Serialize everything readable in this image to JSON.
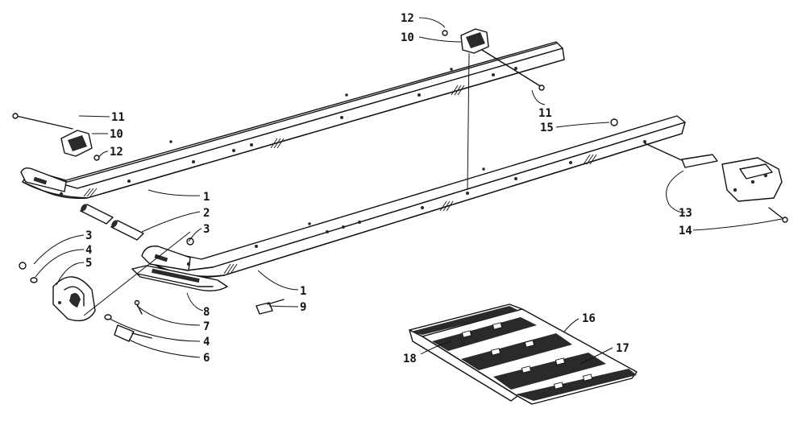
{
  "callouts": {
    "c1a": "1",
    "c1b": "1",
    "c2": "2",
    "c3a": "3",
    "c3b": "3",
    "c4a": "4",
    "c4b": "4",
    "c5": "5",
    "c6": "6",
    "c7": "7",
    "c8": "8",
    "c9": "9",
    "c10a": "10",
    "c10b": "10",
    "c11a": "11",
    "c11b": "11",
    "c12a": "12",
    "c12b": "12",
    "c13": "13",
    "c14": "14",
    "c15": "15",
    "c16": "16",
    "c17": "17",
    "c18": "18"
  },
  "colors": {
    "ink": "#111111",
    "paper": "#ffffff"
  }
}
